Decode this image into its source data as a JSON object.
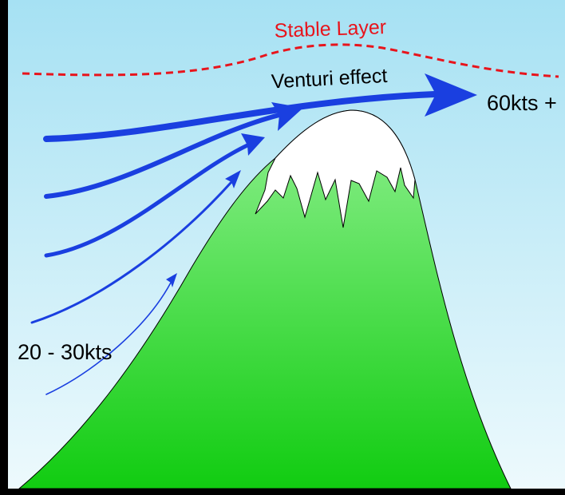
{
  "labels": {
    "stable_layer": "Stable Layer",
    "venturi": "Venturi effect",
    "top_speed": "60kts +",
    "low_speed": "20 - 30kts"
  },
  "colors": {
    "sky_top": "#a6e1f3",
    "sky_bottom": "#eefafd",
    "mountain_top": "#8ff08f",
    "mountain_bottom": "#11cc11",
    "snow": "#ffffff",
    "arrow": "#1a3fe0",
    "stable_line": "#e8141c",
    "text": "#000000"
  },
  "icons": {
    "mountain": "mountain-icon",
    "snow_cap": "snow-cap-icon",
    "wind_arrow": "wind-arrow-icon"
  }
}
